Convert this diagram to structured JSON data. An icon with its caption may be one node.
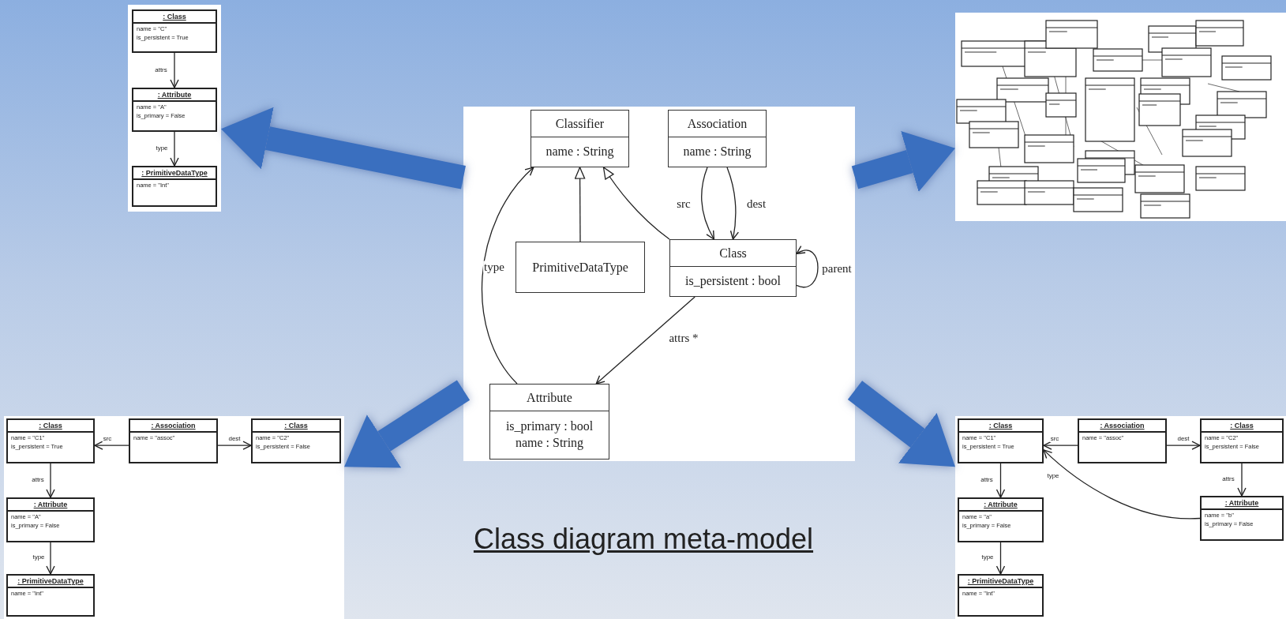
{
  "diagram": {
    "caption": "Class diagram meta-model",
    "nodes": [
      {
        "text": [],
        "shape": "box"
      },
      {
        "text": [
          ": Class",
          "name = \"C\"",
          "is_persistent = True"
        ],
        "in": 0
      },
      {
        "text": [
          ": Attribute",
          "name = \"A\"",
          "is_primary = False"
        ],
        "in": 0
      },
      {
        "text": [
          ": PrimitiveDataType",
          "name = \"Int\""
        ],
        "in": 0
      },
      {
        "text": [],
        "shape": "box"
      },
      {
        "text": [
          "Classifier",
          "name : String"
        ],
        "in": 4
      },
      {
        "text": [
          "Association",
          "name : String"
        ],
        "in": 4
      },
      {
        "text": [
          "PrimitiveDataType"
        ],
        "in": 4
      },
      {
        "text": [
          "Class",
          "is_persistent : bool"
        ],
        "in": 4
      },
      {
        "text": [
          "Attribute",
          "is_primary : bool",
          "name : String"
        ],
        "in": 4
      },
      {
        "text": [],
        "shape": "picture"
      },
      {
        "text": [],
        "shape": "box"
      },
      {
        "text": [
          ": Class",
          "name = \"C1\"",
          "is_persistent = True"
        ],
        "in": 11
      },
      {
        "text": [
          ": Association",
          "name = \"assoc\""
        ],
        "in": 11
      },
      {
        "text": [
          ": Class",
          "name = \"C2\"",
          "is_persistent = False"
        ],
        "in": 11
      },
      {
        "text": [
          ": Attribute",
          "name = \"A\"",
          "is_primary = False"
        ],
        "in": 11
      },
      {
        "text": [
          ": PrimitiveDataType",
          "name = \"Int\""
        ],
        "in": 11
      },
      {
        "text": [],
        "shape": "box"
      },
      {
        "text": [
          ": Class",
          "name = \"C1\"",
          "is_persistent = True"
        ],
        "in": 17
      },
      {
        "text": [
          ": Association",
          "name = \"assoc\""
        ],
        "in": 17
      },
      {
        "text": [
          ": Class",
          "name = \"C2\"",
          "is_persistent = False"
        ],
        "in": 17
      },
      {
        "text": [
          ": Attribute",
          "name = \"a\"",
          "is_primary = False"
        ],
        "in": 17
      },
      {
        "text": [
          ": Attribute",
          "name = \"b\"",
          "is_primary = False"
        ],
        "in": 17
      },
      {
        "text": [
          ": PrimitiveDataType",
          "name = \"Int\""
        ],
        "in": 17
      }
    ],
    "edges": [
      {
        "from": 1,
        "to": 2,
        "arrow": "to",
        "label": "attrs"
      },
      {
        "from": 2,
        "to": 3,
        "arrow": "to",
        "label": "type"
      },
      {
        "from": 7,
        "to": 5,
        "arrow": "to"
      },
      {
        "from": 8,
        "to": 5,
        "arrow": "to"
      },
      {
        "from": 6,
        "to": 8,
        "arrow": "to",
        "label": "src"
      },
      {
        "from": 6,
        "to": 8,
        "arrow": "to",
        "label": "dest"
      },
      {
        "from": 8,
        "to": 8,
        "arrow": "to",
        "label": "parent"
      },
      {
        "from": 8,
        "to": 9,
        "arrow": "to",
        "label": "attrs *"
      },
      {
        "from": 9,
        "to": 5,
        "arrow": "to",
        "label": "type"
      },
      {
        "from": 13,
        "to": 12,
        "arrow": "to",
        "label": "src"
      },
      {
        "from": 13,
        "to": 14,
        "arrow": "to",
        "label": "dest"
      },
      {
        "from": 12,
        "to": 15,
        "arrow": "to",
        "label": "attrs"
      },
      {
        "from": 15,
        "to": 16,
        "arrow": "to",
        "label": "type"
      },
      {
        "from": 19,
        "to": 18,
        "arrow": "to",
        "label": "src"
      },
      {
        "from": 19,
        "to": 20,
        "arrow": "to",
        "label": "dest"
      },
      {
        "from": 18,
        "to": 21,
        "arrow": "to",
        "label": "attrs"
      },
      {
        "from": 21,
        "to": 23,
        "arrow": "to",
        "label": "type"
      },
      {
        "from": 20,
        "to": 22,
        "arrow": "to",
        "label": "attrs"
      },
      {
        "from": 22,
        "to": 18,
        "arrow": "to",
        "label": "type"
      },
      {
        "from": 4,
        "to": 0,
        "arrow": "to",
        "style": "thick",
        "color": "#3a6fbf"
      },
      {
        "from": 4,
        "to": 10,
        "arrow": "to",
        "style": "thick",
        "color": "#3a6fbf"
      },
      {
        "from": 4,
        "to": 11,
        "arrow": "to",
        "style": "thick",
        "color": "#3a6fbf"
      },
      {
        "from": 4,
        "to": 17,
        "arrow": "to",
        "style": "thick",
        "color": "#3a6fbf"
      }
    ]
  }
}
